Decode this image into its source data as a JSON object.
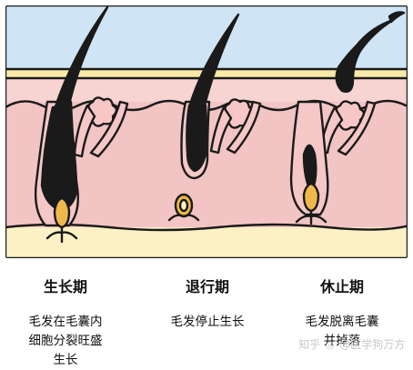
{
  "stages": [
    {
      "title": "生长期",
      "desc_lines": [
        "毛发在毛囊内",
        "细胞分裂旺盛",
        "生长"
      ]
    },
    {
      "title": "退行期",
      "desc_lines": [
        "毛发停止生长"
      ]
    },
    {
      "title": "休止期",
      "desc_lines": [
        "毛发脱离毛囊",
        "并掉落"
      ]
    }
  ],
  "watermark": {
    "site": "知乎",
    "author": "@医学狗万方",
    "icon": "at-sign-icon"
  },
  "colors": {
    "sky": "#cfe5f5",
    "skin_top": "#f8e9a6",
    "dermis": "#f3c4c4",
    "dermis_band": "#f7d3d2",
    "fat_layer": "#fbf1c4",
    "hair": "#1a1a1a",
    "follicle": "#f6c7c7",
    "papilla": "#f0b84b",
    "gland": "#f7c6c6",
    "outline": "#1a1a1a"
  }
}
